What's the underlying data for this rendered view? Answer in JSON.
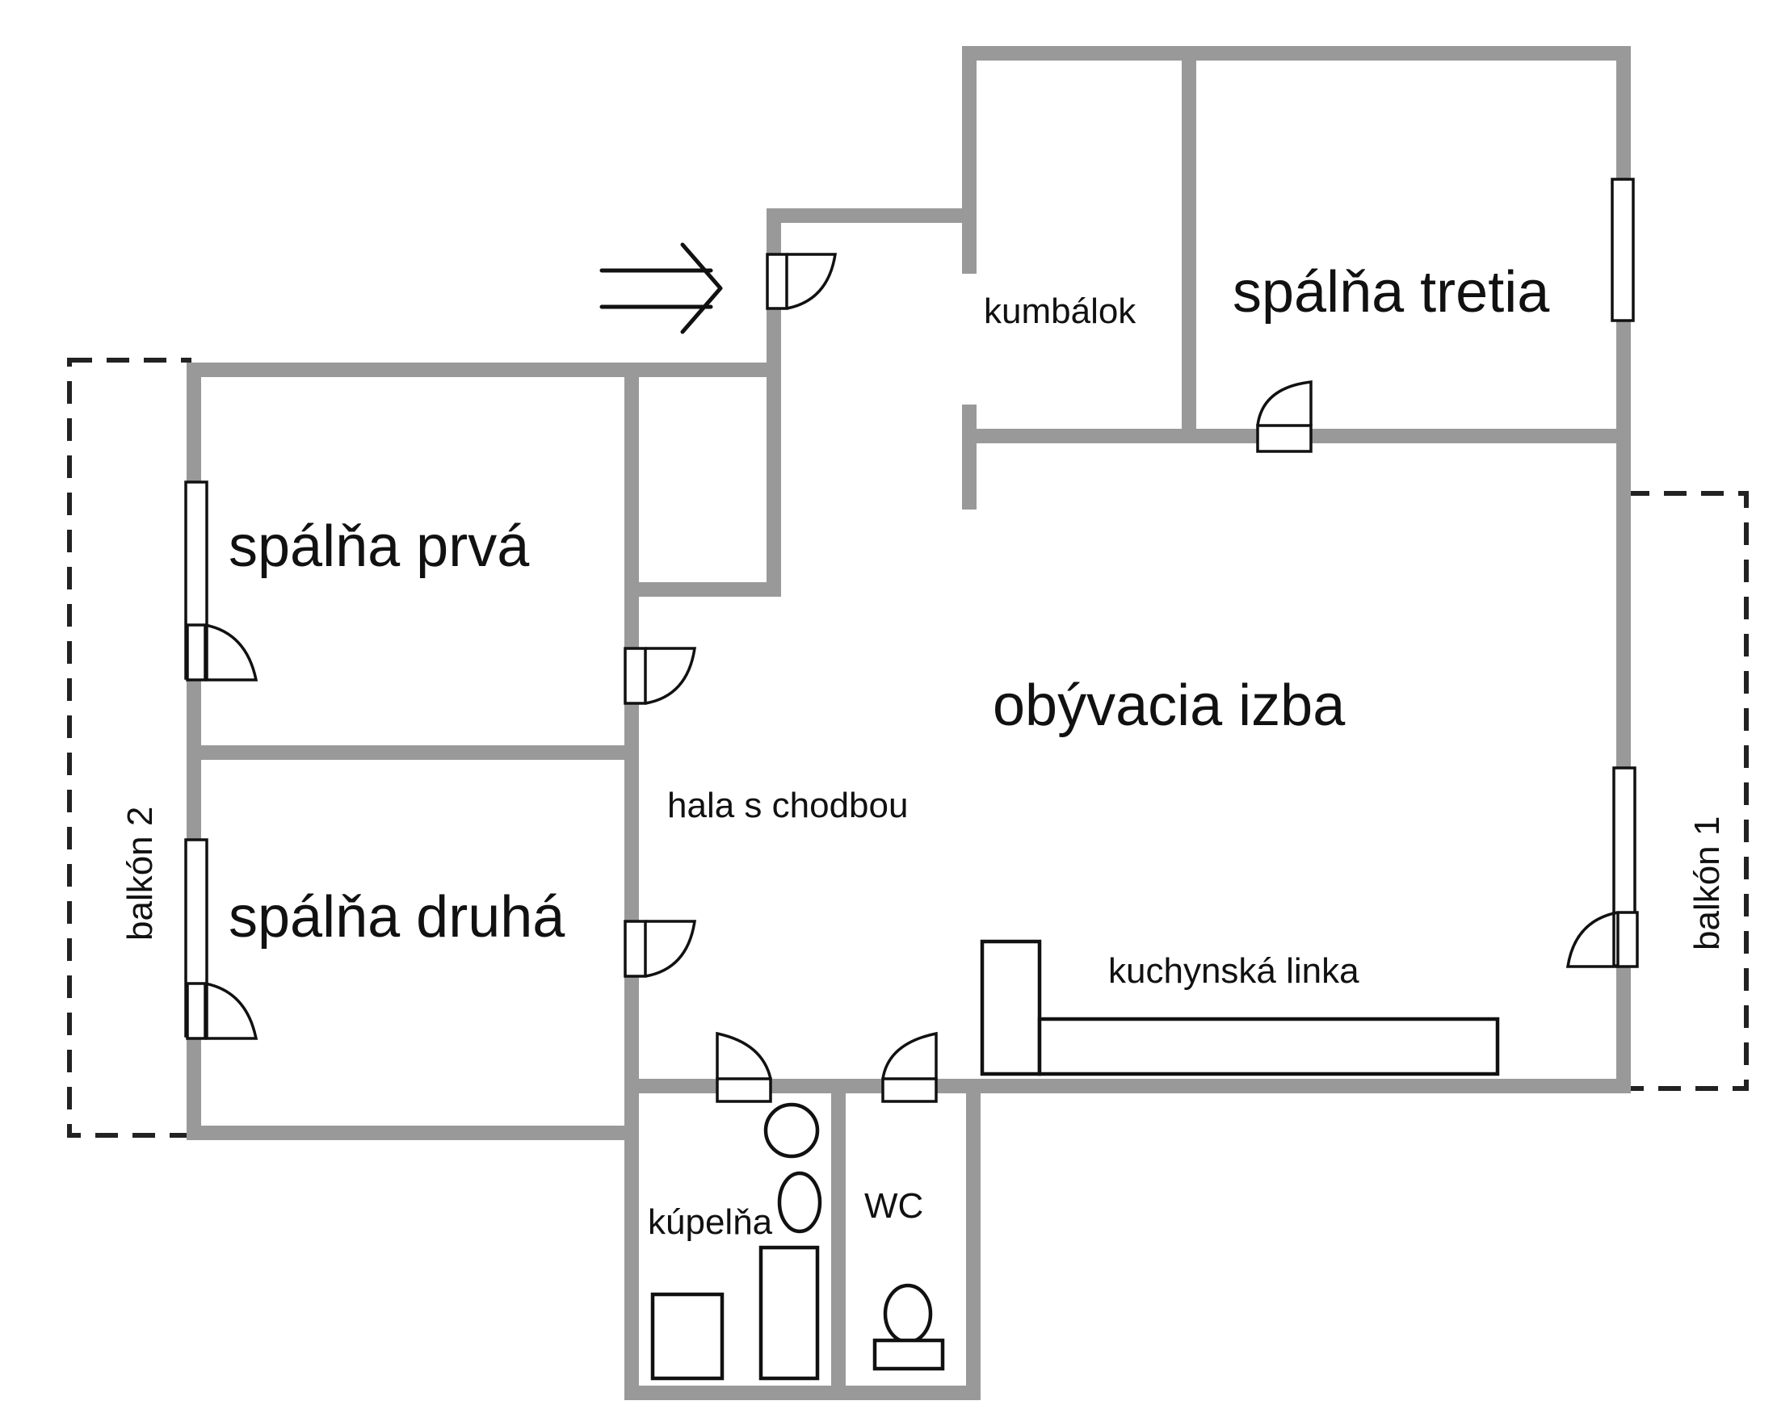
{
  "rooms": {
    "bedroom_first": "spálňa prvá",
    "bedroom_second": "spálňa druhá",
    "bedroom_third": "spálňa tretia",
    "storage": "kumbálok",
    "living_room": "obývacia izba",
    "hall": "hala s chodbou",
    "kitchen_counter": "kuchynská linka",
    "bathroom": "kúpelňa",
    "toilet": "WC",
    "balcony_1": "balkón 1",
    "balcony_2": "balkón 2"
  },
  "colors": {
    "wall": "#999999",
    "line": "#111111",
    "background": "#ffffff"
  },
  "icons": {
    "entrance": "double-arrow-right-icon"
  }
}
